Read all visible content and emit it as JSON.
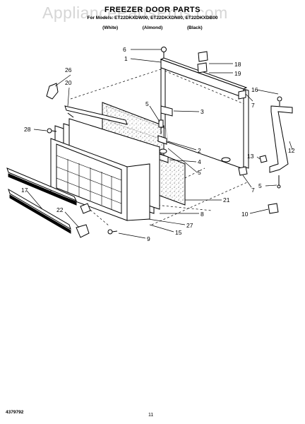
{
  "header": {
    "title": "FREEZER DOOR PARTS",
    "models": "For Models: ET22DKXDW00, ET22DKXDN00, ET22DKXDB00",
    "variants": [
      "(White)",
      "(Almond)",
      "(Black)"
    ]
  },
  "watermark": "AppliancePartsPros.com",
  "callouts": {
    "c6": "6",
    "c1": "1",
    "c18": "18",
    "c19": "19",
    "c26": "26",
    "c20": "20",
    "c16": "16",
    "c7a": "7",
    "c5a": "5",
    "c3": "3",
    "c28": "28",
    "c2": "2",
    "c4": "4",
    "c5b": "5",
    "c13": "13",
    "c12": "12",
    "c7b": "7",
    "c5c": "5",
    "c21": "21",
    "c17": "17",
    "c22": "22",
    "c8": "8",
    "c10": "10",
    "c27": "27",
    "c15": "15",
    "c9": "9"
  },
  "footer": {
    "part_number": "4379792",
    "page": "11"
  }
}
